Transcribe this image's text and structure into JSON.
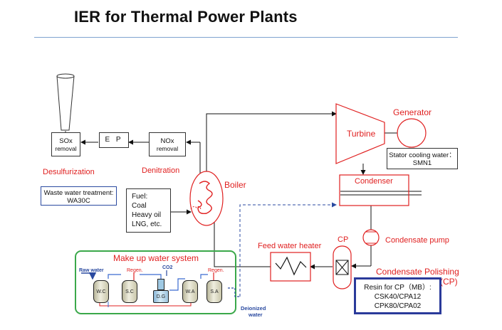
{
  "title": "IER for Thermal Power Plants",
  "units": {
    "sox": [
      "SOx",
      "removal"
    ],
    "ep": "E P",
    "nox": [
      "NOx",
      "removal"
    ],
    "desulfurization": "Desulfurization",
    "denitration": "Denitration"
  },
  "waste_water": [
    "Waste water treatment:",
    "WA30C"
  ],
  "fuel": {
    "label": "Fuel:",
    "items": [
      "Coal",
      "Heavy oil",
      "LNG, etc."
    ]
  },
  "boiler": "Boiler",
  "turbine": "Turbine",
  "generator": "Generator",
  "stator": [
    "Stator cooling water：",
    "SMN1"
  ],
  "condenser": "Condenser",
  "condensate_pump": "Condensate pump",
  "feed_water_heater": "Feed water heater",
  "cp": "CP",
  "condensate_polishing": [
    "Condensate Polishing",
    "(CP)"
  ],
  "resin": [
    "Resin for CP（MB）:",
    "CSK40/CPA12",
    "CPK80/CPA02"
  ],
  "makeup": {
    "title": "Make up water system",
    "raw_water": "Raw water",
    "regen1": "Regen.",
    "regen2": "Regen.",
    "co2": "CO2",
    "tanks": [
      "W.C",
      "S.C",
      "D.G",
      "W.A",
      "S.A"
    ],
    "deionized": [
      "Deionized",
      "water"
    ]
  },
  "colors": {
    "red": "#e02020",
    "blue": "#2a4aa0",
    "green": "#3aa84a"
  }
}
